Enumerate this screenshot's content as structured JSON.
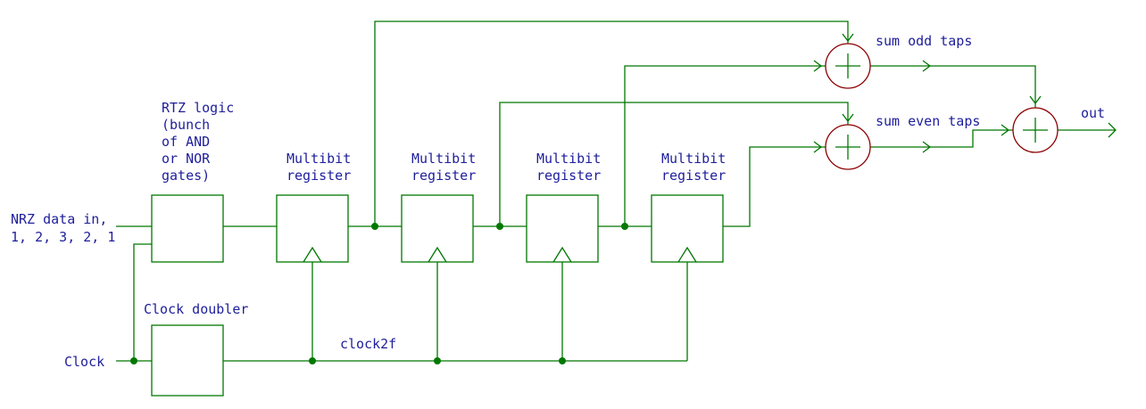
{
  "labels": {
    "input_line1": "NRZ data in,",
    "input_line2": "1, 2, 3, 2, 1",
    "clock": "Clock",
    "clock_doubler": "Clock doubler",
    "clock2f": "clock2f",
    "rtz_lines": [
      "RTZ logic",
      "(bunch",
      "of AND",
      "or NOR",
      "gates)"
    ],
    "register_line1": "Multibit",
    "register_line2": "register",
    "sum_odd": "sum odd taps",
    "sum_even": "sum even taps",
    "out": "out"
  },
  "colors": {
    "wire": "#007800",
    "text": "#1e1e9b",
    "adder_outline": "#8c0000"
  }
}
